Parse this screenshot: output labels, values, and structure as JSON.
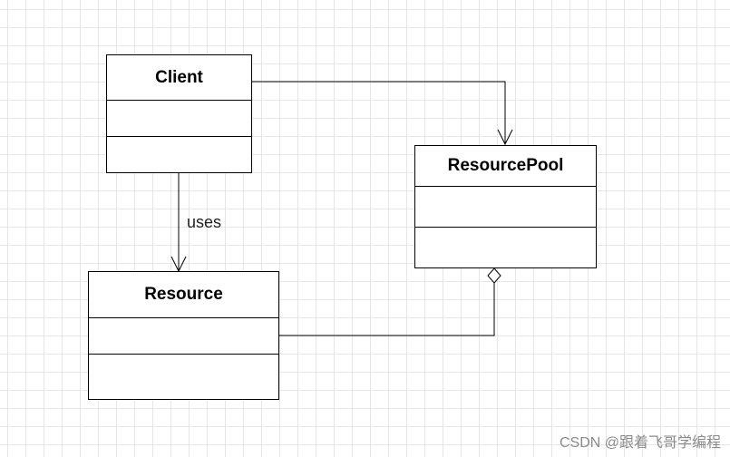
{
  "diagram": {
    "classes": {
      "client": {
        "name": "Client"
      },
      "resource_pool": {
        "name": "ResourcePool"
      },
      "resource": {
        "name": "Resource"
      }
    },
    "edges": [
      {
        "from": "Client",
        "to": "ResourcePool",
        "kind": "association",
        "label": ""
      },
      {
        "from": "Client",
        "to": "Resource",
        "kind": "dependency",
        "label": "uses"
      },
      {
        "from": "Resource",
        "to": "ResourcePool",
        "kind": "aggregation",
        "label": ""
      }
    ],
    "edge_label": "uses"
  },
  "watermark": "CSDN @跟着飞哥学编程",
  "colors": {
    "line": "#000000",
    "grid": "#e6e6e6",
    "background": "#ffffff"
  }
}
